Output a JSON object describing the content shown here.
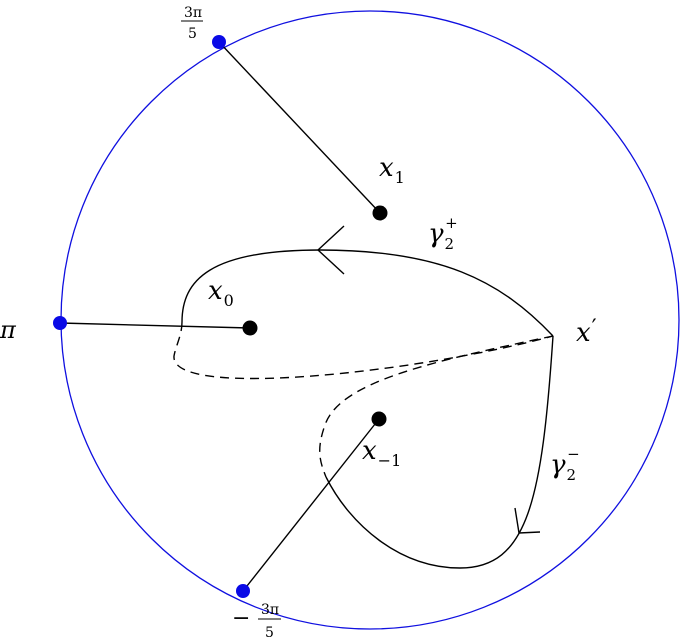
{
  "colors": {
    "circle": "#1010e0",
    "boundary_point": "#0a0ae6",
    "ink": "#000000"
  },
  "boundary_points": {
    "top": {
      "num": "3π",
      "den": "5"
    },
    "left": {
      "label": "π"
    },
    "bottom": {
      "sign": "−",
      "num": "3π",
      "den": "5"
    }
  },
  "interior_points": {
    "x1": {
      "base": "x",
      "sub": "1"
    },
    "x0": {
      "base": "x",
      "sub": "0"
    },
    "xm1": {
      "base": "x",
      "sub": "−1"
    }
  },
  "base_point": {
    "base": "x",
    "prime": "′"
  },
  "paths": {
    "gamma_plus": {
      "base": "γ",
      "sub": "2",
      "sup": "+"
    },
    "gamma_minus": {
      "base": "γ",
      "sub": "2",
      "sup": "−"
    }
  }
}
